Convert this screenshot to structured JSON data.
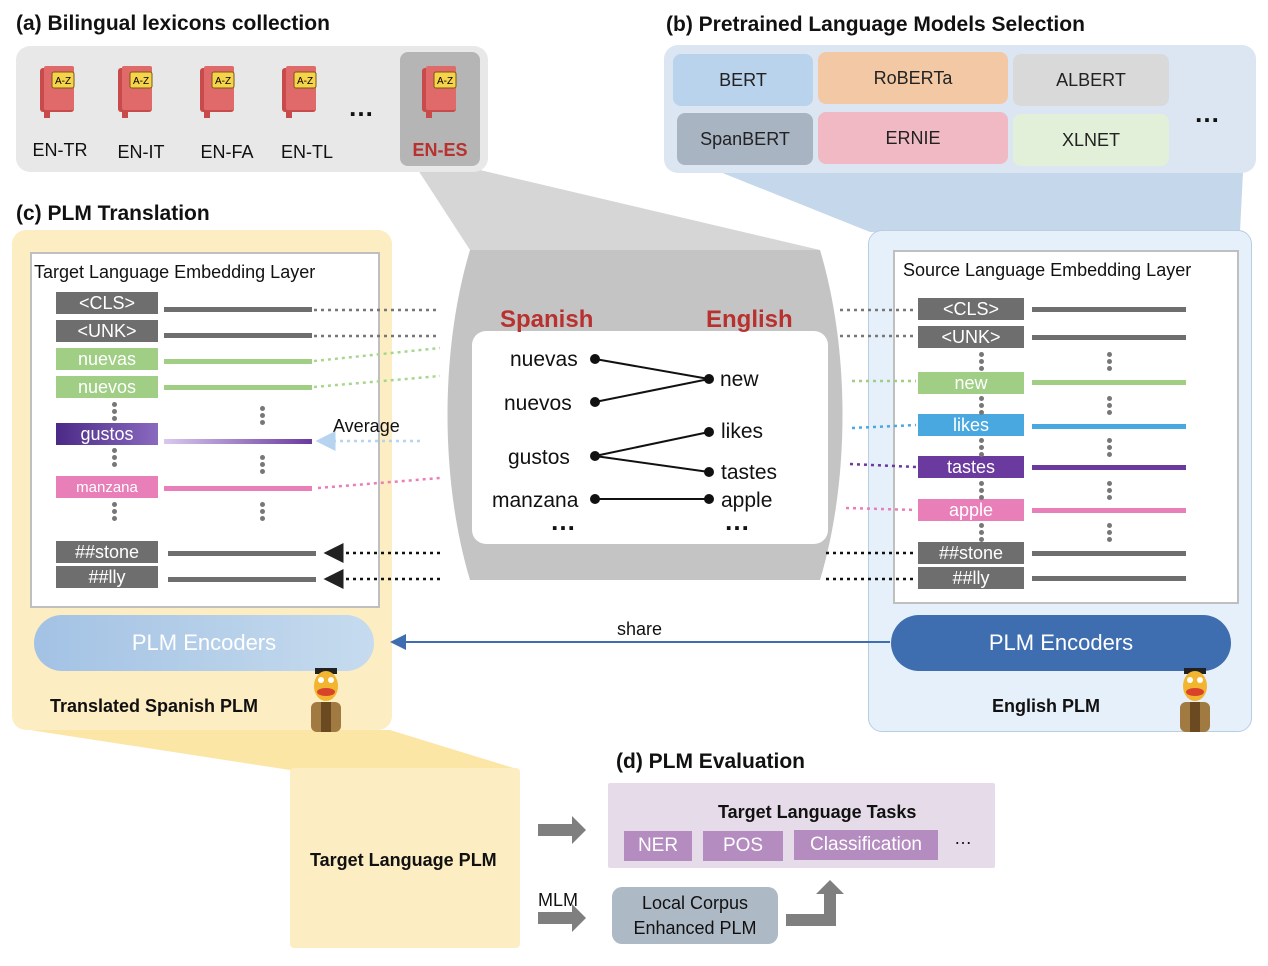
{
  "sections": {
    "a": "(a) Bilingual lexicons collection",
    "b": "(b) Pretrained Language Models Selection",
    "c": "(c) PLM Translation",
    "d": "(d) PLM Evaluation"
  },
  "lexicons": {
    "icon_text": "A-Z",
    "items": [
      "EN-TR",
      "EN-IT",
      "EN-FA",
      "EN-TL"
    ],
    "ellipsis": "…",
    "selected": "EN-ES"
  },
  "plms": {
    "items": [
      "BERT",
      "RoBERTa",
      "ALBERT",
      "SpanBERT",
      "ERNIE",
      "XLNET"
    ],
    "ellipsis": "…"
  },
  "target_panel": {
    "layer_title": "Target Language Embedding Layer",
    "tokens": [
      "<CLS>",
      "<UNK>",
      "nuevas",
      "nuevos",
      "gustos",
      "manzana",
      "##stone",
      "##lly"
    ],
    "average_label": "Average",
    "encoder": "PLM Encoders",
    "footer": "Translated Spanish PLM"
  },
  "source_panel": {
    "layer_title": "Source Language Embedding Layer",
    "tokens": [
      "<CLS>",
      "<UNK>",
      "new",
      "likes",
      "tastes",
      "apple",
      "##stone",
      "##lly"
    ],
    "encoder": "PLM Encoders",
    "footer": "English PLM"
  },
  "dictionary": {
    "header_left": "Spanish",
    "header_right": "English",
    "left_words": [
      "nuevas",
      "nuevos",
      "gustos",
      "manzana"
    ],
    "right_words": [
      "new",
      "likes",
      "tastes",
      "apple"
    ],
    "ellipsis": "…"
  },
  "share_label": "share",
  "evaluation": {
    "target_plm": "Target Language PLM",
    "tasks_title": "Target Language Tasks",
    "tasks": [
      "NER",
      "POS",
      "Classification"
    ],
    "tasks_ellipsis": "…",
    "mlm_label": "MLM",
    "local_corpus": [
      "Local Corpus",
      "Enhanced PLM"
    ]
  },
  "colors": {
    "red": "#b8312f",
    "green_token": "#9fce84",
    "purple_token": "#6a3a9e",
    "pink_token": "#e87fb9",
    "blue_token": "#4aa8e0",
    "gray_token": "#6e6e6e",
    "encoder_light": "#a9c8e8",
    "encoder_dark": "#3e6db0"
  }
}
